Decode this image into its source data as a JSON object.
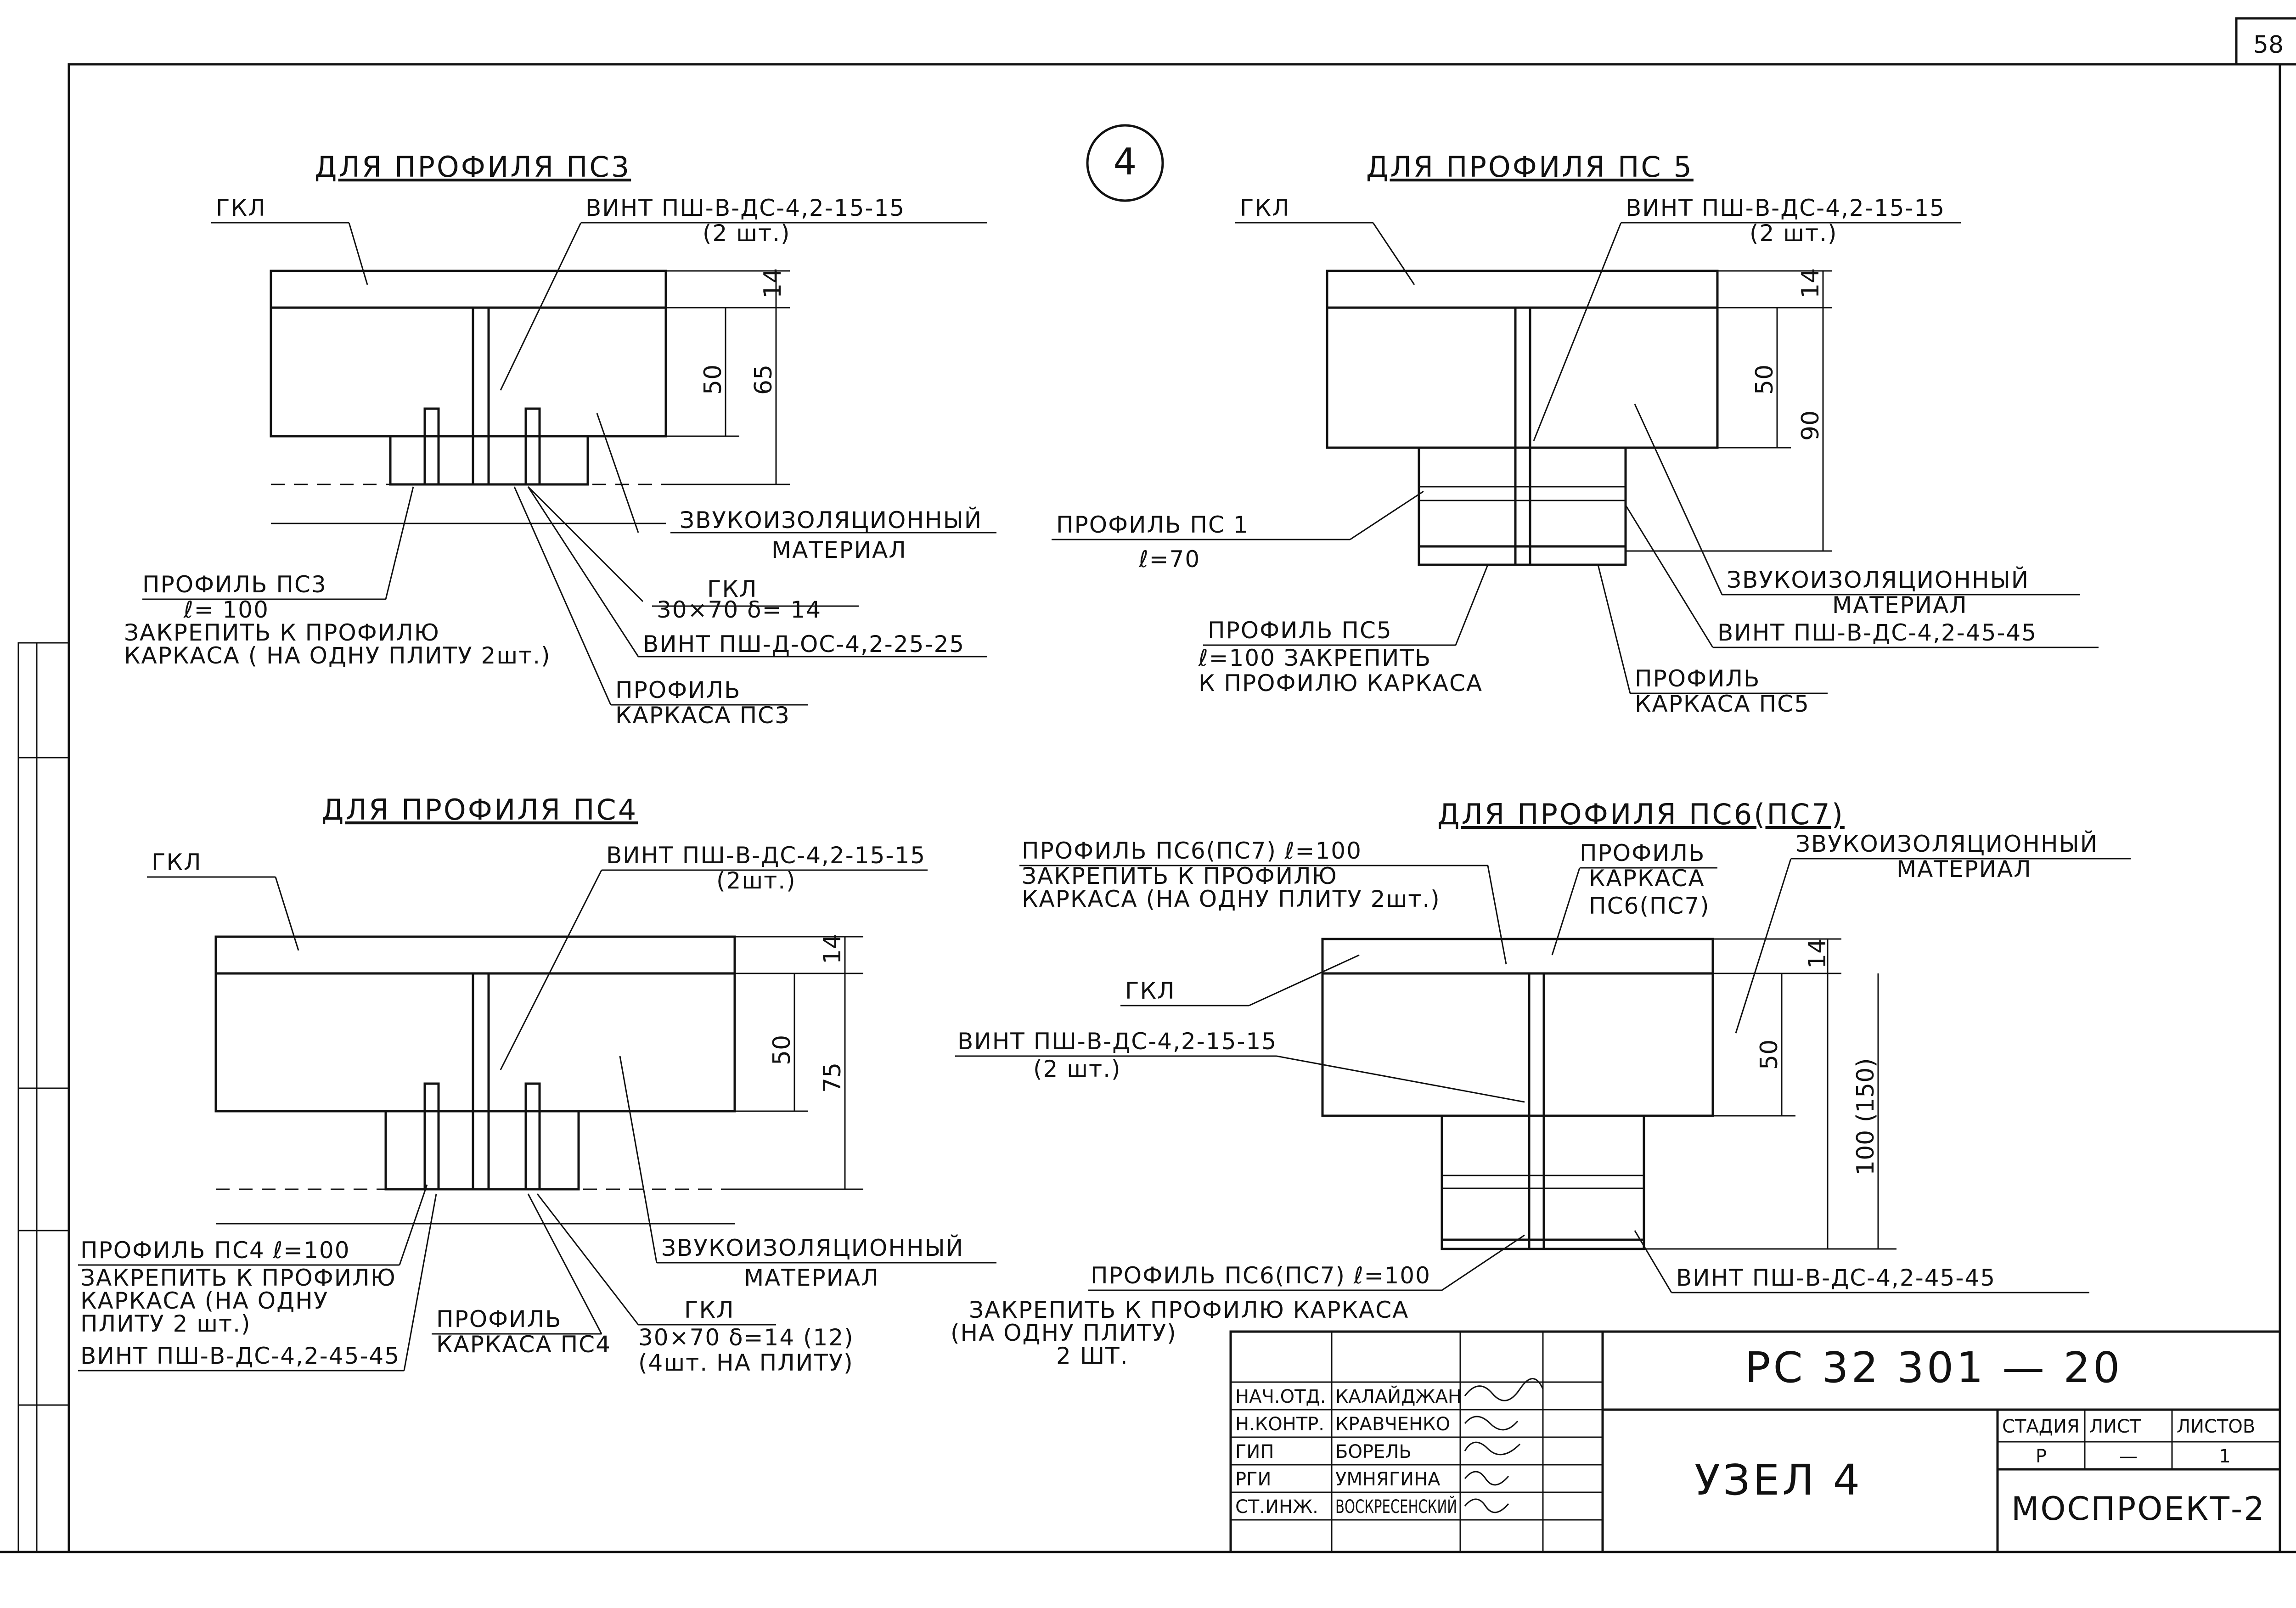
{
  "sheet": {
    "page_number": "58",
    "node_number": "4",
    "document_code": "РС 32 301 — 20",
    "title": "УЗЕЛ 4",
    "organization": "МОСПРОЕКТ-2",
    "stage_header": "СТАДИЯ",
    "sheet_header": "ЛИСТ",
    "sheets_header": "ЛИСТОВ",
    "stage": "Р",
    "sheet": "—",
    "sheets": "1",
    "roles": [
      "НАЧ.ОТД.",
      "Н.КОНТР.",
      "ГИП",
      "РГИ",
      "СТ.ИНЖ."
    ],
    "names": [
      "КАЛАЙДЖАН",
      "КРАВЧЕНКО",
      "БОРЕЛЬ",
      "УМНЯГИНА",
      "ВОСКРЕСЕНСКИЙ"
    ]
  },
  "details": [
    {
      "title": "ДЛЯ ПРОФИЛЯ ПС3",
      "labels": [
        "ГКЛ",
        "ВИНТ ПШ-В-ДС-4,2-15-15",
        "(2 шт.)",
        "ЗВУКОИЗОЛЯЦИОННЫЙ",
        "МАТЕРИАЛ",
        "ПРОФИЛЬ ПС3",
        "ℓ= 100",
        "ЗАКРЕПИТЬ К ПРОФИЛЮ",
        "КАРКАСА ( НА ОДНУ ПЛИТУ 2шт.)",
        "ГКЛ",
        "30×70  δ= 14",
        "ВИНТ ПШ-Д-ОС-4,2-25-25",
        "ПРОФИЛЬ",
        "КАРКАСА ПС3"
      ],
      "dims": [
        "14",
        "50",
        "65"
      ]
    },
    {
      "title": "ДЛЯ ПРОФИЛЯ ПС 5",
      "labels": [
        "ГКЛ",
        "ВИНТ ПШ-В-ДС-4,2-15-15",
        "(2 шт.)",
        "ПРОФИЛЬ ПС 1",
        "ℓ=70",
        "ЗВУКОИЗОЛЯЦИОННЫЙ",
        "МАТЕРИАЛ",
        "ВИНТ ПШ-В-ДС-4,2-45-45",
        "ПРОФИЛЬ ПС5",
        "ℓ=100 ЗАКРЕПИТЬ",
        "К ПРОФИЛЮ КАРКАСА",
        "ПРОФИЛЬ",
        "КАРКАСА ПС5"
      ],
      "dims": [
        "14",
        "50",
        "90"
      ]
    },
    {
      "title": "ДЛЯ ПРОФИЛЯ ПС4",
      "labels": [
        "ГКЛ",
        "ВИНТ ПШ-В-ДС-4,2-15-15",
        "(2шт.)",
        "ПРОФИЛЬ ПС4  ℓ=100",
        "ЗАКРЕПИТЬ К ПРОФИЛЮ",
        "КАРКАСА (НА ОДНУ",
        "ПЛИТУ  2 шт.)",
        "ВИНТ ПШ-В-ДС-4,2-45-45",
        "ПРОФИЛЬ",
        "КАРКАСА ПС4",
        "ГКЛ",
        "30×70  δ=14 (12)",
        "(4шт. НА ПЛИТУ)",
        "ЗВУКОИЗОЛЯЦИОННЫЙ",
        "МАТЕРИАЛ"
      ],
      "dims": [
        "14",
        "50",
        "75"
      ]
    },
    {
      "title": "ДЛЯ ПРОФИЛЯ ПС6(ПС7)",
      "labels": [
        "ПРОФИЛЬ ПС6(ПС7) ℓ=100",
        "ЗАКРЕПИТЬ К ПРОФИЛЮ",
        "КАРКАСА (НА ОДНУ ПЛИТУ 2шт.)",
        "ПРОФИЛЬ",
        "КАРКАСА",
        "ПС6(ПС7)",
        "ЗВУКОИЗОЛЯЦИОННЫЙ",
        "МАТЕРИАЛ",
        "ГКЛ",
        "ВИНТ ПШ-В-ДС-4,2-15-15",
        "(2 шт.)",
        "ПРОФИЛЬ ПС6(ПС7) ℓ=100",
        "ЗАКРЕПИТЬ К ПРОФИЛЮ КАРКАСА",
        "(НА ОДНУ ПЛИТУ)",
        "2 ШТ.",
        "ВИНТ ПШ-В-ДС-4,2-45-45"
      ],
      "dims": [
        "14",
        "50",
        "100 (150)"
      ]
    }
  ]
}
